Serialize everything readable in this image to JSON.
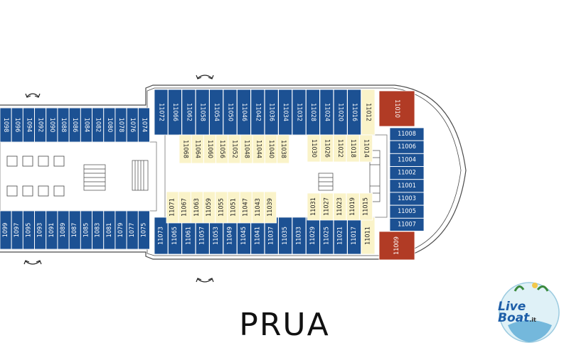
{
  "caption": "PRUA",
  "logo": {
    "line1": "Live",
    "line2": "Boat",
    "suffix": ".it"
  },
  "colors": {
    "outside": "#1c5193",
    "inside": "#faf3c9",
    "suite": "#b13b25",
    "hull": "#4a4a4a"
  },
  "cabins": {
    "top_outer_aft": [
      "1098",
      "1096",
      "1094",
      "1092",
      "1090",
      "1088",
      "1086",
      "1084",
      "1082",
      "1080",
      "1078",
      "1076",
      "1074"
    ],
    "top_outer_fwd": [
      "11072",
      "11066",
      "11062",
      "11058",
      "11054",
      "11050",
      "11046",
      "11042",
      "11036",
      "11034",
      "11032",
      "11028",
      "11024",
      "11020",
      "11016",
      "11012"
    ],
    "bottom_outer_aft": [
      "1099",
      "1097",
      "1095",
      "1093",
      "1091",
      "1089",
      "1087",
      "1085",
      "1083",
      "1081",
      "1079",
      "1077",
      "1075"
    ],
    "bottom_outer_fwd": [
      "11073",
      "11065",
      "11061",
      "11057",
      "11053",
      "11049",
      "11045",
      "11041",
      "11037",
      "11035",
      "11033",
      "11029",
      "11025",
      "11021",
      "11017",
      "11011"
    ],
    "inside_top": [
      "11068",
      "11064",
      "11060",
      "11056",
      "11052",
      "11048",
      "11044",
      "11040",
      "11038"
    ],
    "inside_bottom": [
      "11071",
      "11067",
      "11063",
      "11059",
      "11055",
      "11051",
      "11047",
      "11043",
      "11039"
    ],
    "inside_mid_top": [
      "11030",
      "11026",
      "11022",
      "11018",
      "11014"
    ],
    "inside_mid_bottom": [
      "11031",
      "11027",
      "11023",
      "11019",
      "11015"
    ],
    "bow_outer": [
      "11008",
      "11006",
      "11004",
      "11002",
      "11001",
      "11003",
      "11005",
      "11007"
    ],
    "suites": [
      "11010",
      "11009"
    ]
  }
}
